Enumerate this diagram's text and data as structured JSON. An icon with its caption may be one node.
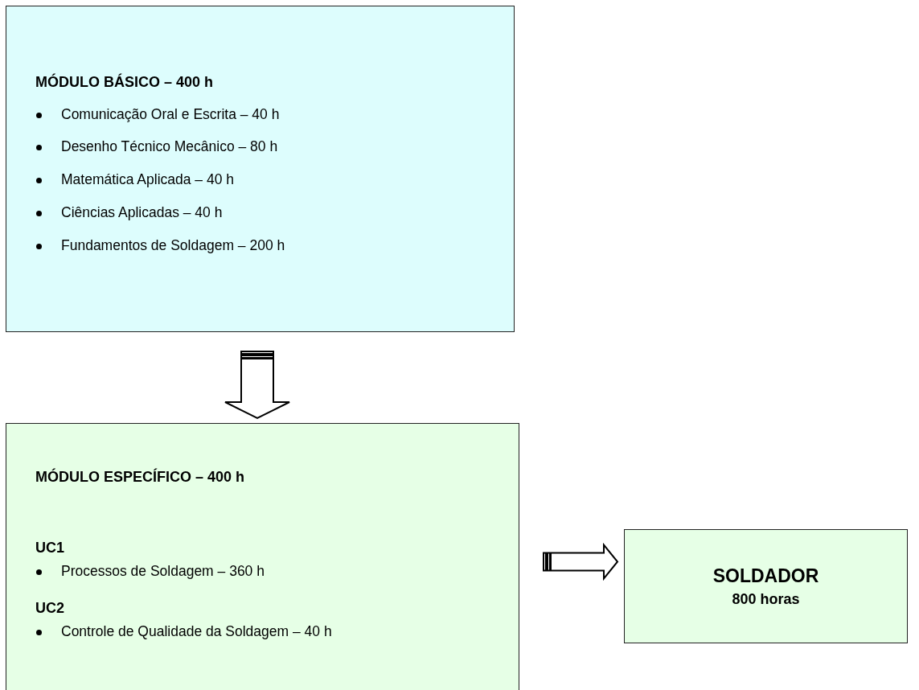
{
  "diagram": {
    "nodes": [
      {
        "text": [
          "MÓDULO BÁSICO – 400 h",
          "Comunicação Oral e Escrita – 40 h",
          "Desenho Técnico Mecânico – 80 h",
          "Matemática Aplicada – 40 h",
          "Ciências Aplicadas – 40 h",
          "Fundamentos de Soldagem – 200 h"
        ]
      },
      {
        "text": [
          "MÓDULO ESPECÍFICO – 400 h",
          "UC1",
          "Processos de Soldagem – 360 h",
          "UC2",
          "Controle de Qualidade da Soldagem – 40 h"
        ]
      },
      {
        "text": [
          "SOLDADOR",
          "800 horas"
        ]
      }
    ],
    "edges": [
      {
        "from": 0,
        "to": 1,
        "arrow": "to"
      },
      {
        "from": 1,
        "to": 2,
        "arrow": "to"
      }
    ]
  }
}
